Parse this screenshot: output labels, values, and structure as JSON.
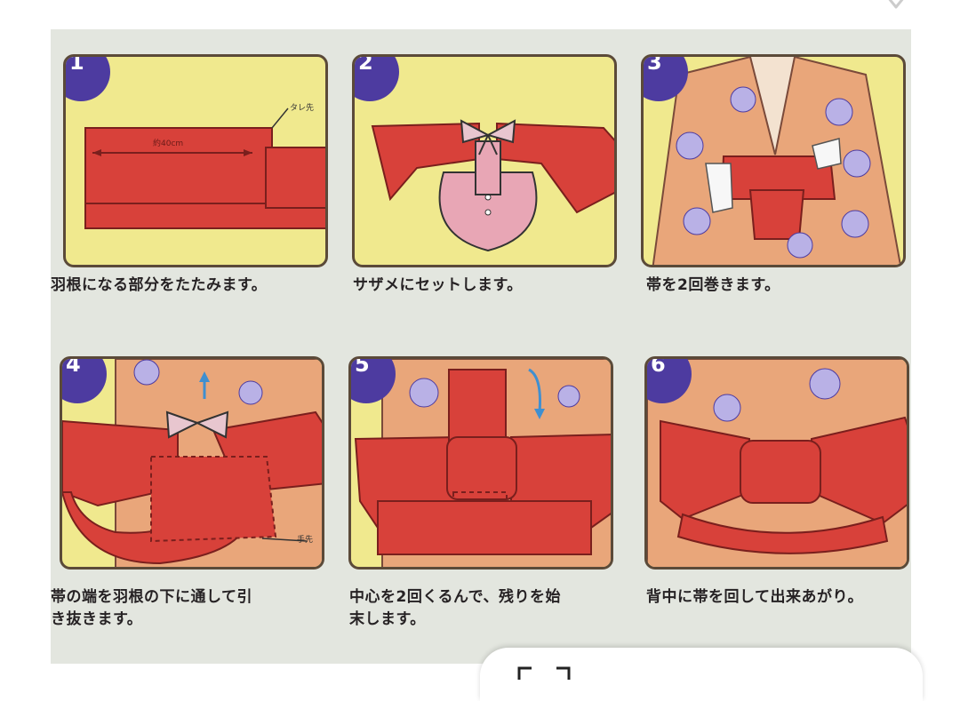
{
  "steps": [
    {
      "number": "1",
      "caption": "羽根になる部分をたたみます。",
      "labels": [
        "約40cm",
        "タレ先"
      ]
    },
    {
      "number": "2",
      "caption": "サザメにセットします。",
      "labels": []
    },
    {
      "number": "3",
      "caption": "帯を2回巻きます。",
      "labels": []
    },
    {
      "number": "4",
      "caption": "帯の端を羽根の下に通して引\nき抜きます。",
      "labels": [
        "手先"
      ]
    },
    {
      "number": "5",
      "caption": "中心を2回くるんで、残りを始\n末します。",
      "labels": []
    },
    {
      "number": "6",
      "caption": "背中に帯を回して出来あがり。",
      "labels": []
    }
  ],
  "colors": {
    "obi_red": "#d8413a",
    "obi_dark": "#7a1f1d",
    "panel_yellow": "#f0e98e",
    "kimono_peach": "#e9a67a",
    "badge_purple": "#4d3ba0",
    "flower_lavender": "#b9b1e6"
  }
}
